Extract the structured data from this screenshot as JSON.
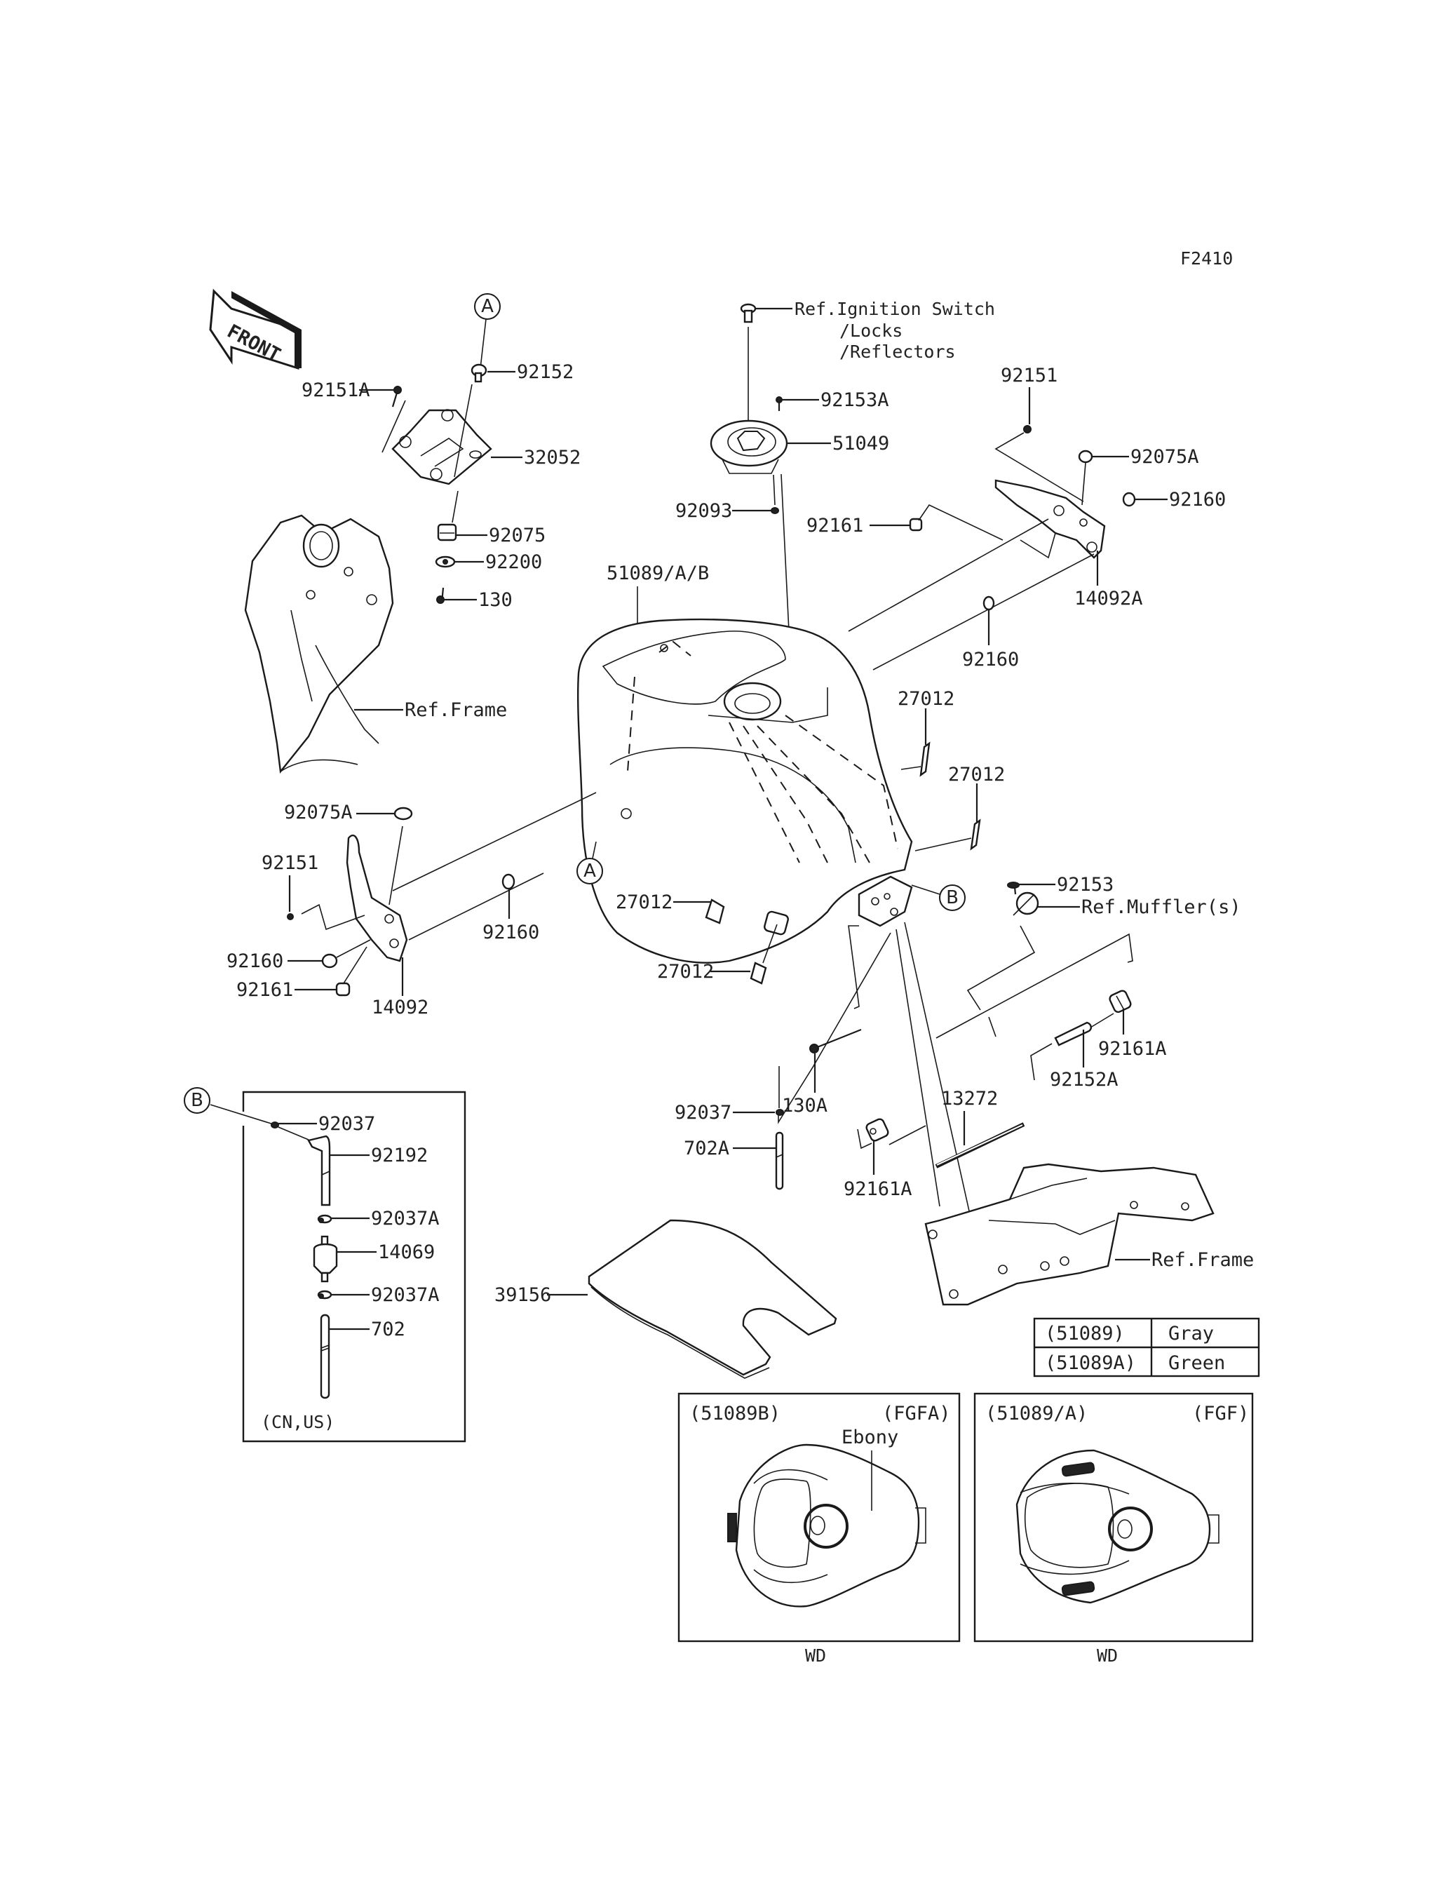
{
  "diagram": {
    "figure_code": "F2410",
    "front_arrow_label": "FRONT",
    "ref_labels": {
      "ignition_line1": "Ref.Ignition Switch",
      "ignition_line2": "/Locks",
      "ignition_line3": "/Reflectors",
      "frame_upper": "Ref.Frame",
      "frame_lower": "Ref.Frame",
      "muffler": "Ref.Muffler(s)"
    },
    "callouts": {
      "a_top": "A",
      "a_tank": "A",
      "b_tank": "B",
      "b_inset": "B"
    },
    "parts": {
      "p92152": "92152",
      "p92151A": "92151A",
      "p32052": "32052",
      "p92075": "92075",
      "p92200": "92200",
      "p130": "130",
      "p92153A": "92153A",
      "p51049": "51049",
      "p92093": "92093",
      "p92151_top": "92151",
      "p92075A_top": "92075A",
      "p92160_top": "92160",
      "p92161_top": "92161",
      "p14092A": "14092A",
      "p92160_mid": "92160",
      "p51089AB": "51089/A/B",
      "p27012_a": "27012",
      "p27012_b": "27012",
      "p27012_c": "27012",
      "p27012_d": "27012",
      "p92075A_left": "92075A",
      "p92151_left": "92151",
      "p92160_left": "92160",
      "p92161_left": "92161",
      "p14092": "14092",
      "p92160_left2": "92160",
      "p92153": "92153",
      "p92161A_a": "92161A",
      "p92152A": "92152A",
      "p130A": "130A",
      "p92037_main": "92037",
      "p702A": "702A",
      "p13272": "13272",
      "p92161A_b": "92161A",
      "p39156": "39156"
    },
    "inset_cn_us": {
      "parts": [
        "92037",
        "92192",
        "92037A",
        "14069",
        "92037A",
        "702"
      ],
      "region_note": "(CN,US)"
    },
    "color_table": {
      "rows": [
        {
          "part": "(51089)",
          "color": "Gray"
        },
        {
          "part": "(51089A)",
          "color": "Green"
        }
      ]
    },
    "variant_panels": [
      {
        "part": "(51089B)",
        "code": "(FGFA)",
        "color_note": "Ebony",
        "footer": "WD"
      },
      {
        "part": "(51089/A)",
        "code": "(FGF)",
        "color_note": "",
        "footer": "WD"
      }
    ]
  }
}
